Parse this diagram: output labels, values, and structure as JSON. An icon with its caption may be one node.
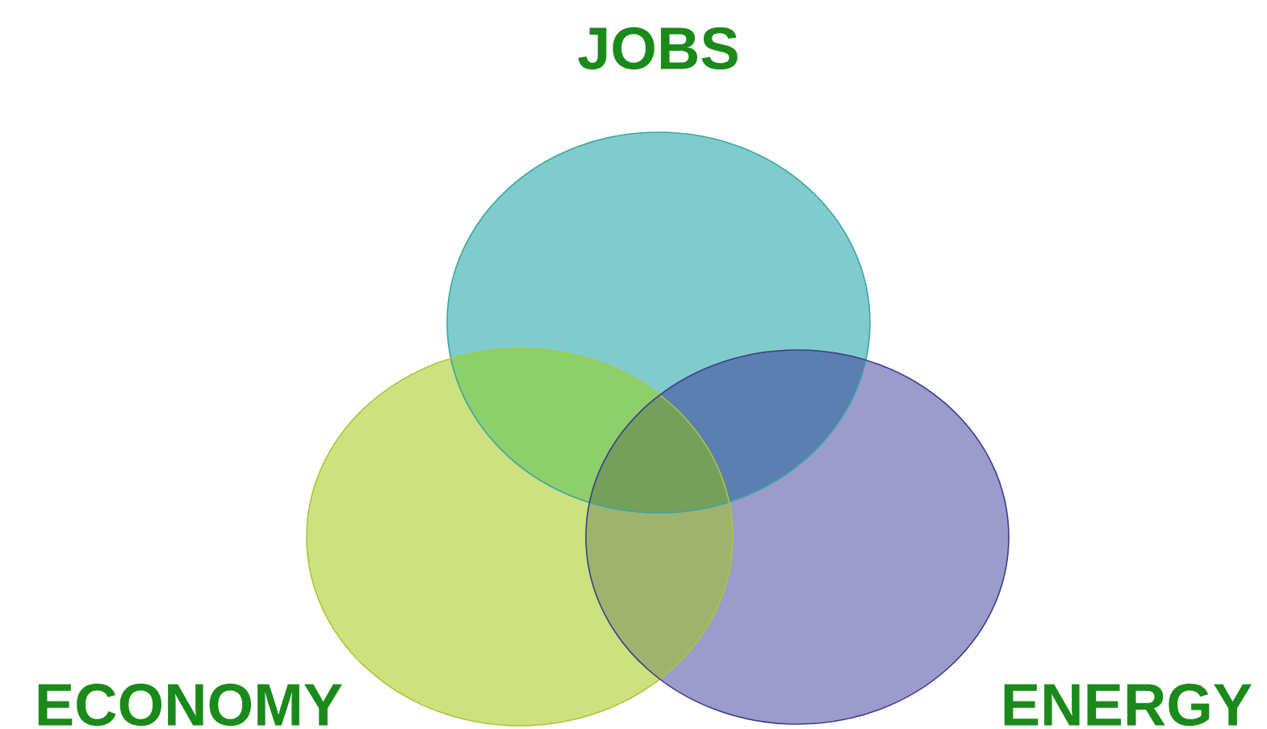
{
  "diagram": {
    "nodes": [
      {
        "text": [
          "JOBS"
        ]
      },
      {
        "text": [
          "ECONOMY"
        ]
      },
      {
        "text": [
          "ENERGY"
        ]
      }
    ]
  }
}
